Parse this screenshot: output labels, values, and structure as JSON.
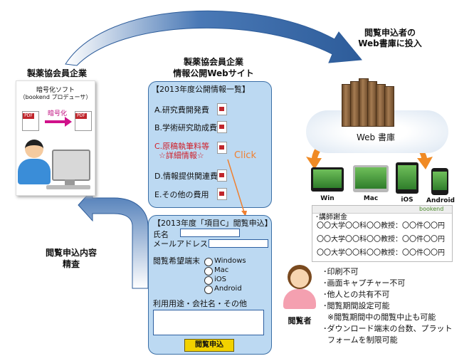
{
  "top_arrow_label": "閲覧申込者の\nWeb書庫に投入",
  "left": {
    "title": "製薬協会員企業",
    "box_line1": "暗号化ソフト",
    "box_line2": "（bookend プロデューサ）",
    "pdf_label": "PDF",
    "encrypt_label": "暗号化",
    "encrypted_label": "PDF"
  },
  "center": {
    "title_line1": "製薬協会員企業",
    "title_line2": "情報公開Webサイト",
    "list_header": "【2013年度公開情報一覧】",
    "items": [
      "A.研究費開発費",
      "B.学術研究助成費",
      "C.原稿執筆料等",
      "☆詳細情報☆",
      "D.情報提供関連費",
      "E.その他の費用"
    ],
    "click_label": "Click",
    "form_header": "【2013年度「項目C」閲覧申込】",
    "name_label": "氏名",
    "email_label": "メールアドレス",
    "terminal_label": "閲覧希望端末",
    "options": [
      "Windows",
      "Mac",
      "iOS",
      "Android"
    ],
    "purpose_label": "利用用途・会社名・その他",
    "submit_label": "閲覧申込"
  },
  "left_arrow_label_line1": "閲覧申込内容",
  "left_arrow_label_line2": "精査",
  "right": {
    "library_label": "Web 書庫",
    "devices": [
      "Win",
      "Mac",
      "iOS",
      "Android"
    ],
    "doc_header": "･講師謝金",
    "doc_brand": "bookend",
    "doc_rows": [
      "〇〇大学〇〇科〇〇教授：〇〇件〇〇円",
      "〇〇大学〇〇科〇〇教授：〇〇件〇〇円",
      "〇〇大学〇〇科〇〇教授：〇〇件〇〇円"
    ],
    "viewer_label": "閲覧者",
    "features": [
      "･印刷不可",
      "･画面キャプチャー不可",
      "･他人との共有不可",
      "･閲覧期間設定可能",
      "※閲覧期間中の閲覧中止も可能",
      "･ダウンロード端末の台数、プラット",
      "フォームを制限可能"
    ]
  },
  "colors": {
    "arrow": "#3a6ea5",
    "panel": "#bcd9f2",
    "click": "#f08030",
    "submit": "#f2d200"
  }
}
